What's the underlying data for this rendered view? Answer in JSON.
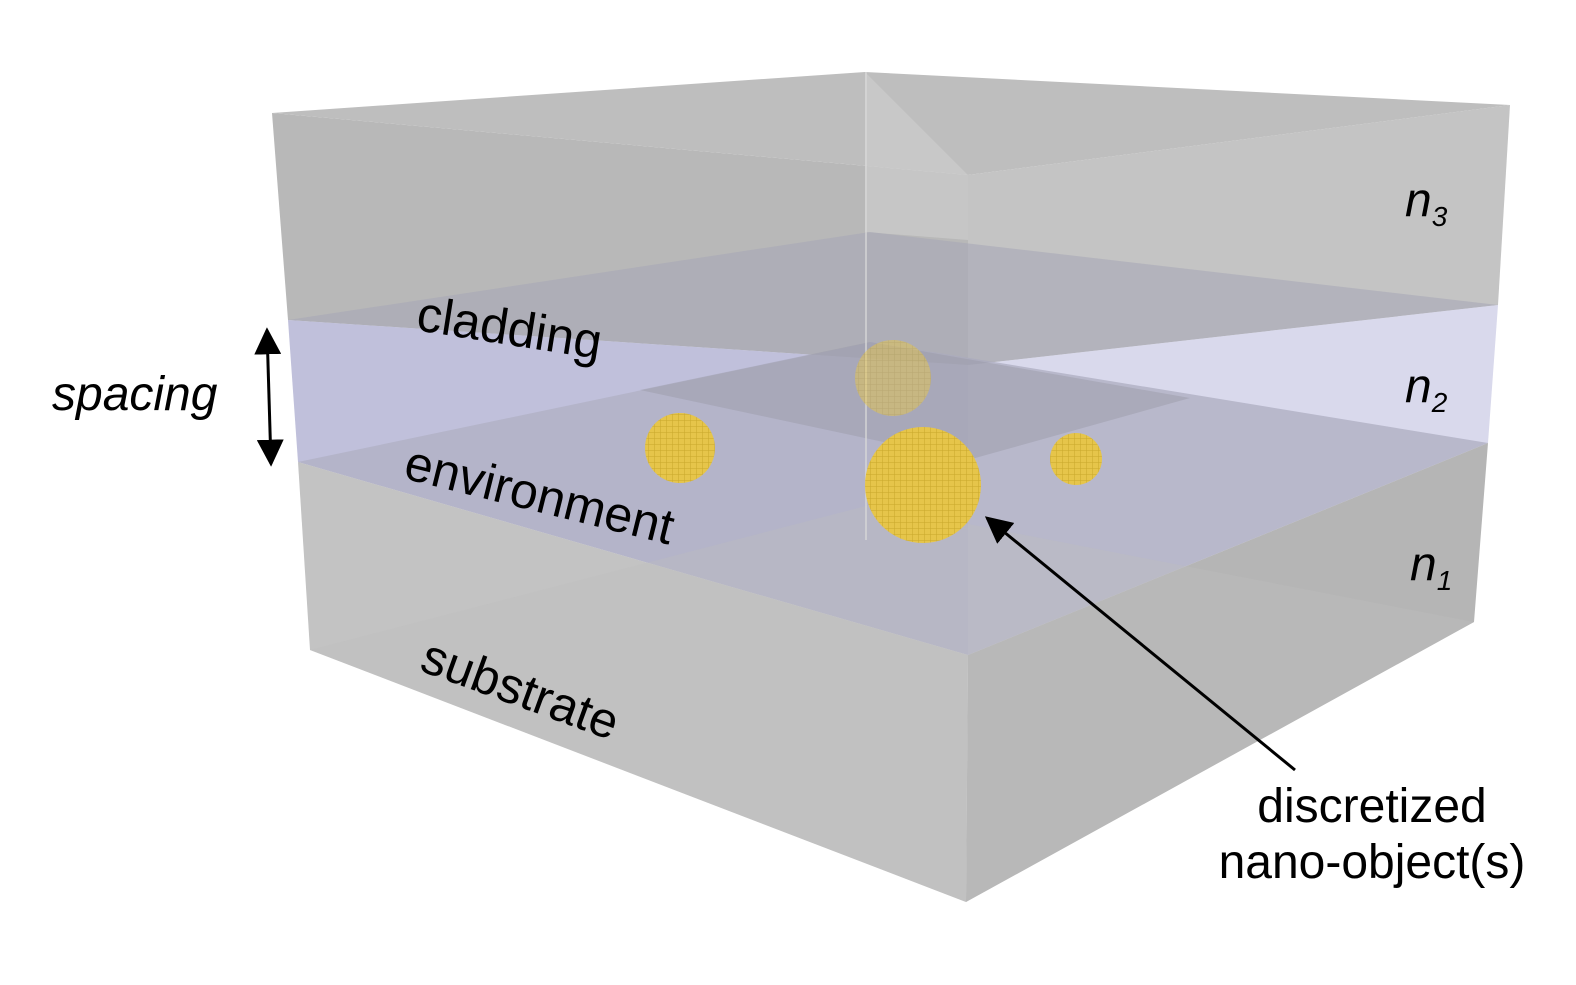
{
  "layers": {
    "cladding": {
      "label": "cladding",
      "index_symbol": "n",
      "index_sub": "3"
    },
    "environment": {
      "label": "environment",
      "index_symbol": "n",
      "index_sub": "2"
    },
    "substrate": {
      "label": "substrate",
      "index_symbol": "n",
      "index_sub": "1"
    }
  },
  "spacing_label": "spacing",
  "nano_objects": {
    "label_line1": "discretized",
    "label_line2": "nano-object(s)"
  },
  "colors": {
    "box": "#a9a9a9",
    "environment": "#c9c9ee",
    "particle": "#e6c54a"
  }
}
